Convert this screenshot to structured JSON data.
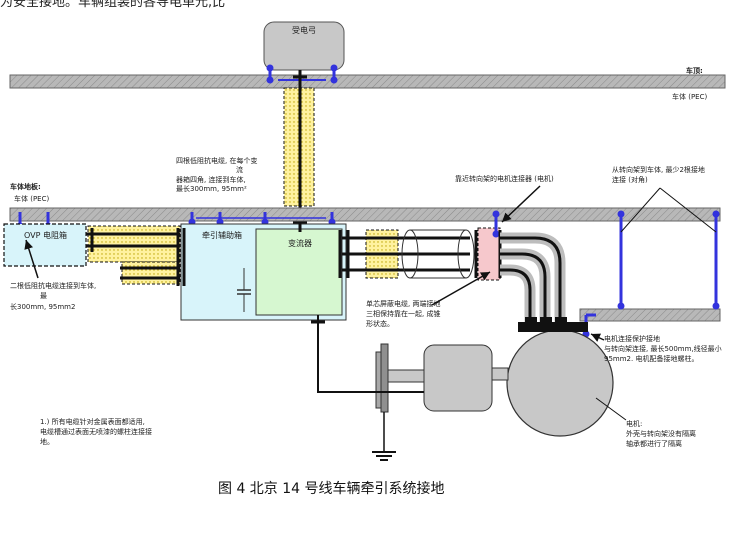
{
  "top_text": "为安全接地。车辆组装的各导电单元,比",
  "pantograph": "受电弓",
  "roof": {
    "title": "车顶:",
    "body": "车体 (PEC)"
  },
  "car_floor": {
    "title": "车体地板:",
    "body": "车体 (PEC)"
  },
  "ovp_box": "OVP 电阻箱",
  "aux_box": "牵引辅助箱",
  "converter": "变流器",
  "cable_note": {
    "line1": "四根低阻抗电缆, 在每个变",
    "line2": "流",
    "line3": "器箱四角, 连接到车体,",
    "line4": "最长300mm, 95mm²"
  },
  "connector_note": "靠近转向架的电机连接器 (电机)",
  "bogie_note": {
    "line1": "从转向架到车体, 最少2根接地",
    "line2": "连接 (对角)"
  },
  "ovp_note": {
    "line1": "二根低阻抗电缆连接到车体,",
    "line2": "最",
    "line3": "长300mm, 95mm2"
  },
  "shield_note": {
    "line1": "单芯屏蔽电缆, 两端接地",
    "line2": "三相保持靠在一起, 成锥",
    "line3": "形状态。"
  },
  "motor_ground_note": {
    "line1": "电机连接保护接地",
    "line2": "与转向架连接, 最长500mm,线径最小",
    "line3": "95mm2. 电机配备接地螺柱。"
  },
  "motor_note": {
    "line1": "电机:",
    "line2": "外壳与转向架没有隔离",
    "line3": "轴承都进行了隔离"
  },
  "footnote": {
    "line1": "1.) 所有电缆针对金属表面都适用,",
    "line2": "电缆槽通过表面无喷漆的螺柱连接接",
    "line3": "地。"
  },
  "caption": "图 4   北京 14 号线车辆牵引系统接地",
  "colors": {
    "ground_strap": "#3333dd",
    "cable": "#111111",
    "shield": "#bdbdbd",
    "yellow_hatch": "#fff5a8",
    "ovp_fill": "#d8f4fa",
    "converter_fill": "#d6f7d0",
    "connector_fill": "#f6c8cc",
    "motor_fill": "#c8c8c8",
    "pantograph_fill": "#c8c8c8"
  }
}
